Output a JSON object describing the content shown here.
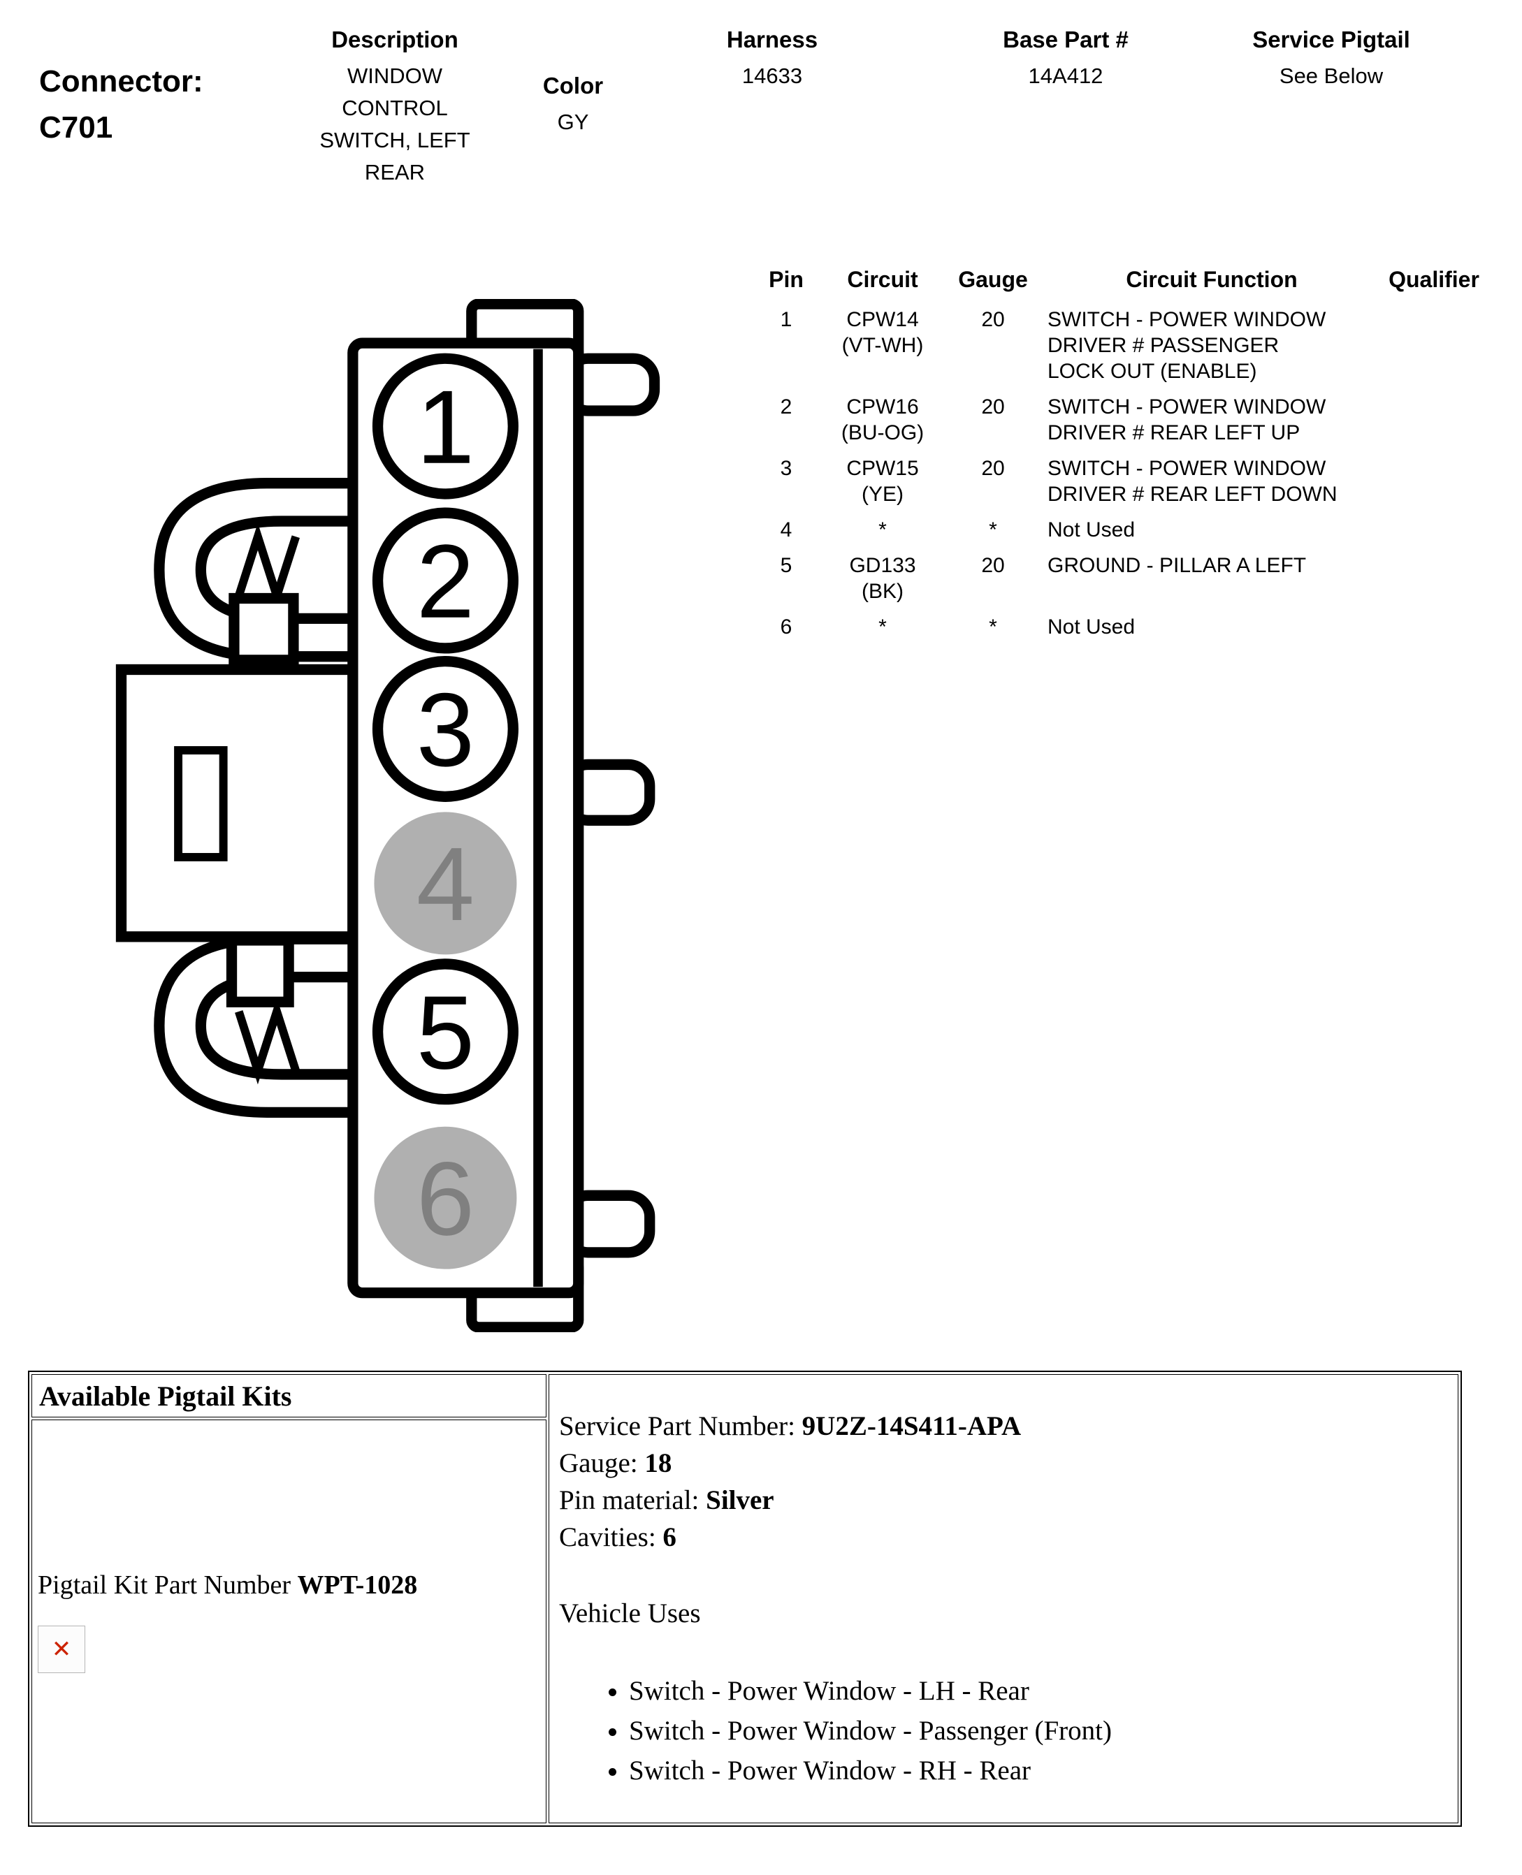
{
  "header": {
    "connector_label": "Connector:",
    "connector_id": "C701",
    "description": {
      "label": "Description",
      "value": "WINDOW\nCONTROL\nSWITCH, LEFT\nREAR"
    },
    "color": {
      "label": "Color",
      "value": "GY"
    },
    "harness": {
      "label": "Harness",
      "value": "14633"
    },
    "base_part": {
      "label": "Base Part #",
      "value": "14A412"
    },
    "service_pigtail": {
      "label": "Service Pigtail",
      "value": "See Below"
    }
  },
  "diagram": {
    "pins": [
      {
        "number": "1",
        "used": true
      },
      {
        "number": "2",
        "used": true
      },
      {
        "number": "3",
        "used": true
      },
      {
        "number": "4",
        "used": false
      },
      {
        "number": "5",
        "used": true
      },
      {
        "number": "6",
        "used": false
      }
    ]
  },
  "pin_table": {
    "headers": {
      "pin": "Pin",
      "circuit": "Circuit",
      "gauge": "Gauge",
      "function": "Circuit Function",
      "qualifier": "Qualifier"
    },
    "rows": [
      {
        "pin": "1",
        "circuit": "CPW14\n(VT-WH)",
        "gauge": "20",
        "function": "SWITCH - POWER WINDOW\nDRIVER # PASSENGER\nLOCK OUT (ENABLE)",
        "qualifier": ""
      },
      {
        "pin": "2",
        "circuit": "CPW16\n(BU-OG)",
        "gauge": "20",
        "function": "SWITCH - POWER WINDOW\nDRIVER # REAR LEFT UP",
        "qualifier": ""
      },
      {
        "pin": "3",
        "circuit": "CPW15\n(YE)",
        "gauge": "20",
        "function": "SWITCH - POWER WINDOW\nDRIVER # REAR LEFT DOWN",
        "qualifier": ""
      },
      {
        "pin": "4",
        "circuit": "*",
        "gauge": "*",
        "function": "Not Used",
        "qualifier": ""
      },
      {
        "pin": "5",
        "circuit": "GD133\n(BK)",
        "gauge": "20",
        "function": "GROUND - PILLAR A LEFT",
        "qualifier": ""
      },
      {
        "pin": "6",
        "circuit": "*",
        "gauge": "*",
        "function": "Not Used",
        "qualifier": ""
      }
    ]
  },
  "pigtail": {
    "title": "Available Pigtail Kits",
    "kit_label": "Pigtail Kit Part Number ",
    "kit_number": "WPT-1028",
    "broken_image_glyph": "✕",
    "details": [
      {
        "label": "Service Part Number: ",
        "value": "9U2Z-14S411-APA"
      },
      {
        "label": "Gauge: ",
        "value": "18"
      },
      {
        "label": "Pin material: ",
        "value": "Silver"
      },
      {
        "label": "Cavities: ",
        "value": "6"
      }
    ],
    "vehicle_uses_label": "Vehicle Uses",
    "vehicle_uses": [
      "Switch - Power Window - LH - Rear",
      "Switch - Power Window - Passenger (Front)",
      "Switch - Power Window - RH - Rear"
    ]
  },
  "colors": {
    "unused_pin_fill": "#b0b0b0",
    "unused_pin_text": "#808080",
    "broken_icon_x": "#cc2200"
  }
}
